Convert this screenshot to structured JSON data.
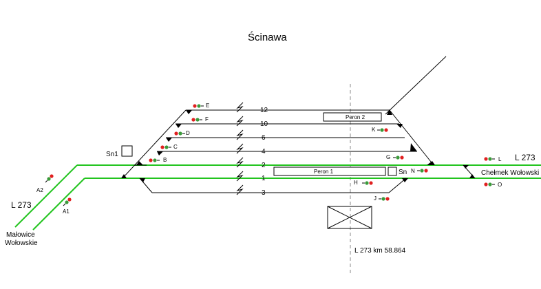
{
  "station": {
    "title": "Ścinawa"
  },
  "lines": {
    "left": "L 273",
    "right": "L 273",
    "left_destination": [
      "Małowice",
      "Wołowskie"
    ],
    "right_destination": "Chełmek Wołowski",
    "km": "L 273 km 58.864"
  },
  "tracks": [
    "12",
    "10",
    "6",
    "4",
    "2",
    "1",
    "3"
  ],
  "platforms": [
    "Peron 2",
    "Peron 1"
  ],
  "boxes": [
    "Sn1",
    "Sn"
  ],
  "signals": [
    "E",
    "F",
    "D",
    "C",
    "B",
    "K",
    "G",
    "N",
    "L",
    "H",
    "O",
    "J",
    "A2",
    "A1"
  ],
  "colors": {
    "main_line": "#22c41e",
    "track": "#000000",
    "signal_red": "#e02020",
    "signal_green": "#3a9a3a"
  }
}
